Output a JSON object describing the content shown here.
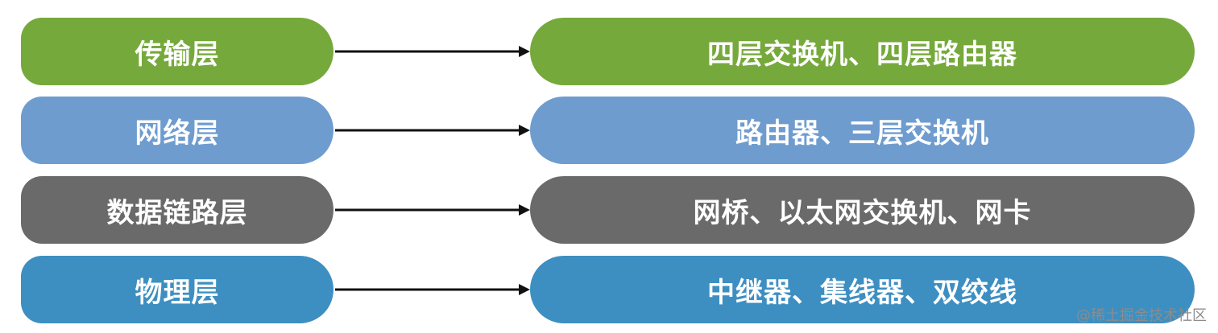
{
  "layers": [
    {
      "layer": "传输层",
      "devices": "四层交换机、四层路由器",
      "color": "#76a93b"
    },
    {
      "layer": "网络层",
      "devices": "路由器、三层交换机",
      "color": "#6f9ccf"
    },
    {
      "layer": "数据链路层",
      "devices": "网桥、以太网交换机、网卡",
      "color": "#6a6a6a"
    },
    {
      "layer": "物理层",
      "devices": "中继器、集线器、双绞线",
      "color": "#3d8fc2"
    }
  ],
  "watermark": "@稀土掘金技术社区"
}
